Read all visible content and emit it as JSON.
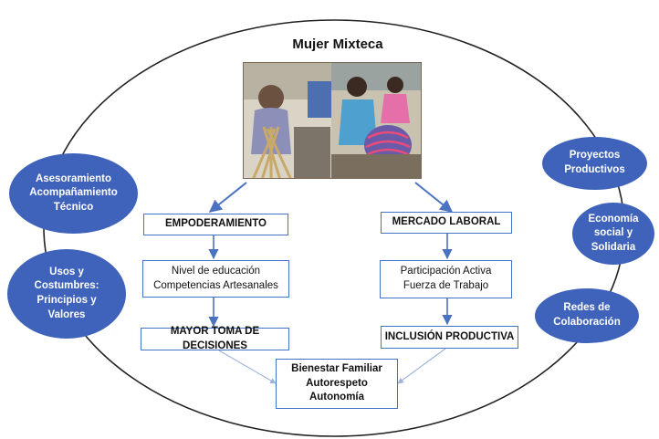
{
  "title": "Mujer Mixteca",
  "photo": {
    "icon": "women-weaving-baskets-photo"
  },
  "left_column": {
    "top_box": "EMPODERAMIENTO",
    "middle_box": [
      "Nivel de educación",
      "Competencias Artesanales"
    ],
    "bottom_box": "MAYOR TOMA DE DECISIONES"
  },
  "right_column": {
    "top_box": "MERCADO LABORAL",
    "middle_box": [
      "Participación Activa",
      "Fuerza de Trabajo"
    ],
    "bottom_box": "INCLUSIÓN PRODUCTIVA"
  },
  "outcome_box": [
    "Bienestar Familiar",
    "Autorespeto",
    "Autonomía"
  ],
  "left_bubbles": [
    [
      "Asesoramiento",
      "Acompañamiento",
      "Técnico"
    ],
    [
      "Usos y",
      "Costumbres:",
      "Principios y",
      "Valores"
    ]
  ],
  "right_bubbles": [
    [
      "Proyectos",
      "Productivos"
    ],
    [
      "Economía",
      "social y",
      "Solidaria"
    ],
    [
      "Redes de",
      "Colaboración"
    ]
  ],
  "colors": {
    "bubble_fill": "#3f63ba",
    "box_border": "#4472c4",
    "arrow": "#4a72c0",
    "ellipse": "#222222"
  }
}
